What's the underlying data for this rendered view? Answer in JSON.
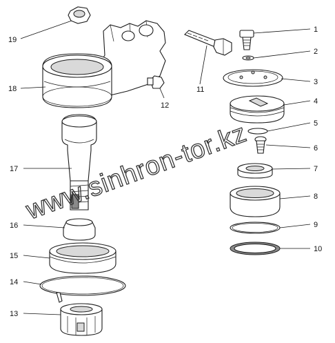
{
  "callouts": [
    "1",
    "2",
    "3",
    "4",
    "5",
    "6",
    "7",
    "8",
    "9",
    "10",
    "11",
    "12",
    "13",
    "14",
    "15",
    "16",
    "17",
    "18",
    "19"
  ],
  "watermark": "www.sinhron-tor.kz"
}
